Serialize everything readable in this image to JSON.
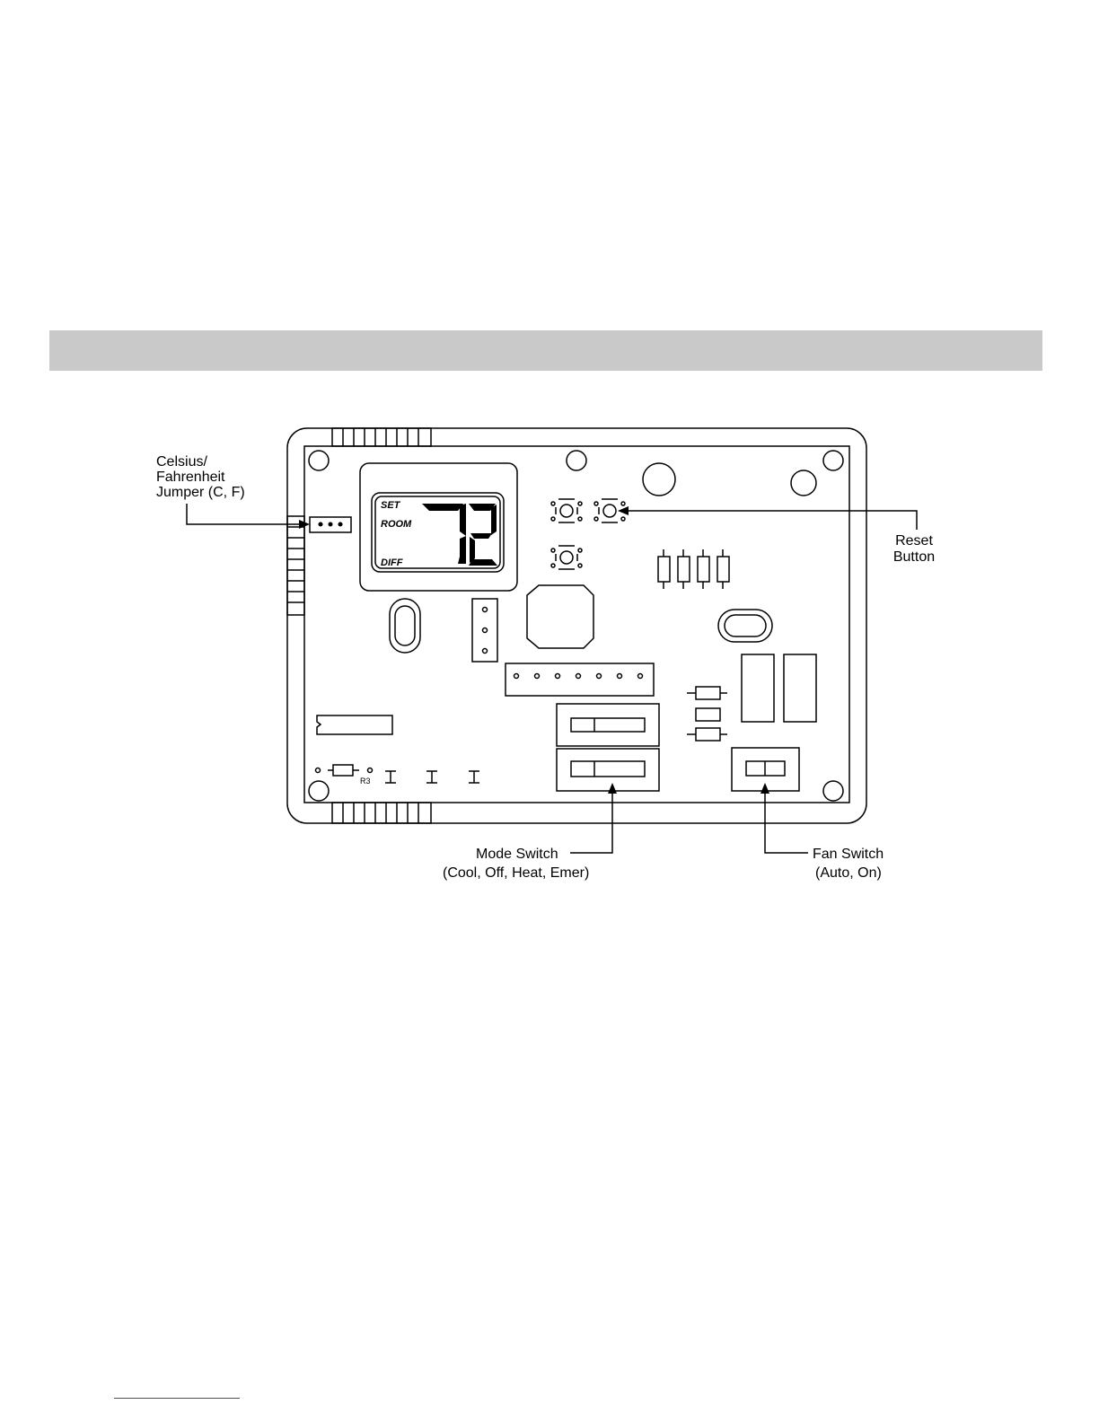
{
  "callouts": {
    "jumper": [
      "Celsius/",
      "Fahrenheit",
      "Jumper (C, F)"
    ],
    "reset": [
      "Reset",
      "Button"
    ],
    "mode": [
      "Mode Switch",
      "(Cool, Off, Heat, Emer)"
    ],
    "fan": [
      "Fan Switch",
      "(Auto, On)"
    ]
  },
  "display": {
    "set_label": "SET",
    "room_label": "ROOM",
    "diff_label": "DIFF",
    "reading": "72"
  },
  "board": {
    "resistor_label": "R3"
  },
  "colors": {
    "section_bar": "#c9c9c9",
    "ink": "#000000"
  }
}
